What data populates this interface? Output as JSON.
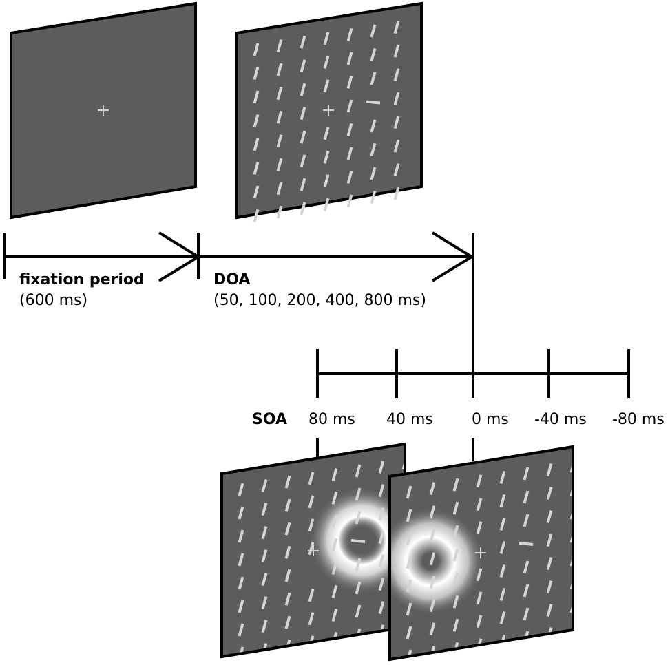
{
  "timeline": {
    "fixation": {
      "title": "fixation period",
      "duration": "(600 ms)"
    },
    "doa": {
      "title": "DOA",
      "values": "(50, 100, 200, 400, 800 ms)"
    }
  },
  "soa": {
    "title": "SOA",
    "ticks": [
      "80 ms",
      "40 ms",
      "0 ms",
      "-40 ms",
      "-80 ms"
    ]
  },
  "colors": {
    "panel_fill": "#5c5c5c",
    "panel_border": "#000000",
    "line_element": "#d4d4d4",
    "cue_glow": "#ffffff",
    "axis": "#000000"
  },
  "icons": [
    "fixation-cross-icon",
    "arrow-head-icon",
    "ring-cue-icon",
    "disk-cue-icon"
  ]
}
